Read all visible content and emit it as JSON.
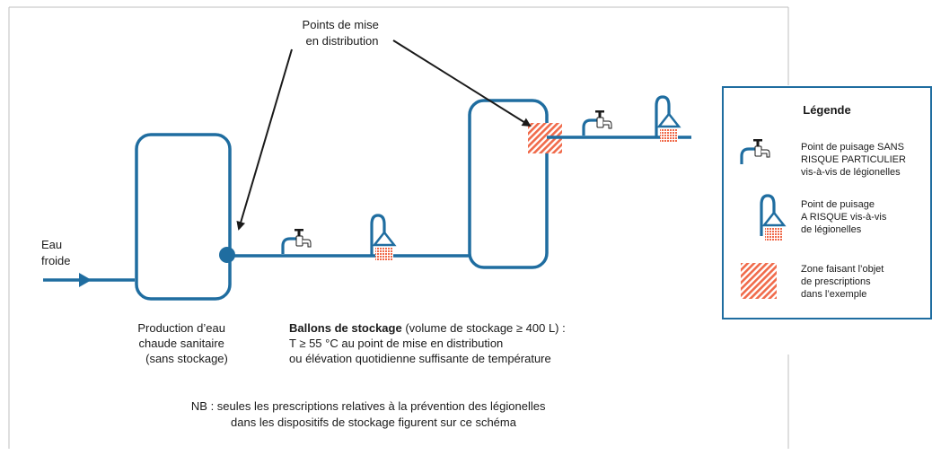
{
  "colors": {
    "pipe": "#1f6da0",
    "risk_zone": "#f06a4a",
    "frame": "#bfbfbf",
    "text": "#1a1a1a"
  },
  "labels": {
    "inlet": [
      "Eau",
      "froide"
    ],
    "distribution_points": [
      "Points de mise",
      "en distribution"
    ],
    "production": [
      "Production d’eau",
      "chaude sanitaire",
      "(sans stockage)"
    ]
  },
  "storage_note": {
    "title": "Ballons de stockage",
    "title_rest": " (volume de stockage ≥ 400 L) :",
    "line2": "T ≥ 55 °C au point de mise en distribution",
    "line3": "ou élévation quotidienne suffisante de température"
  },
  "nb_note": [
    "NB : seules les prescriptions relatives à la prévention des légionelles",
    "dans les dispositifs de stockage figurent sur ce schéma"
  ],
  "legend": {
    "title": "Légende",
    "items": [
      {
        "icon": "faucet-icon",
        "lines": [
          "Point de puisage SANS",
          "RISQUE PARTICULIER",
          "vis-à-vis de légionelles"
        ]
      },
      {
        "icon": "shower-icon",
        "lines": [
          "Point de puisage",
          "A RISQUE vis-à-vis",
          "de légionelles"
        ]
      },
      {
        "icon": "hatched-zone-icon",
        "lines": [
          "Zone faisant l’objet",
          "de prescriptions",
          "dans l’exemple"
        ]
      }
    ]
  }
}
